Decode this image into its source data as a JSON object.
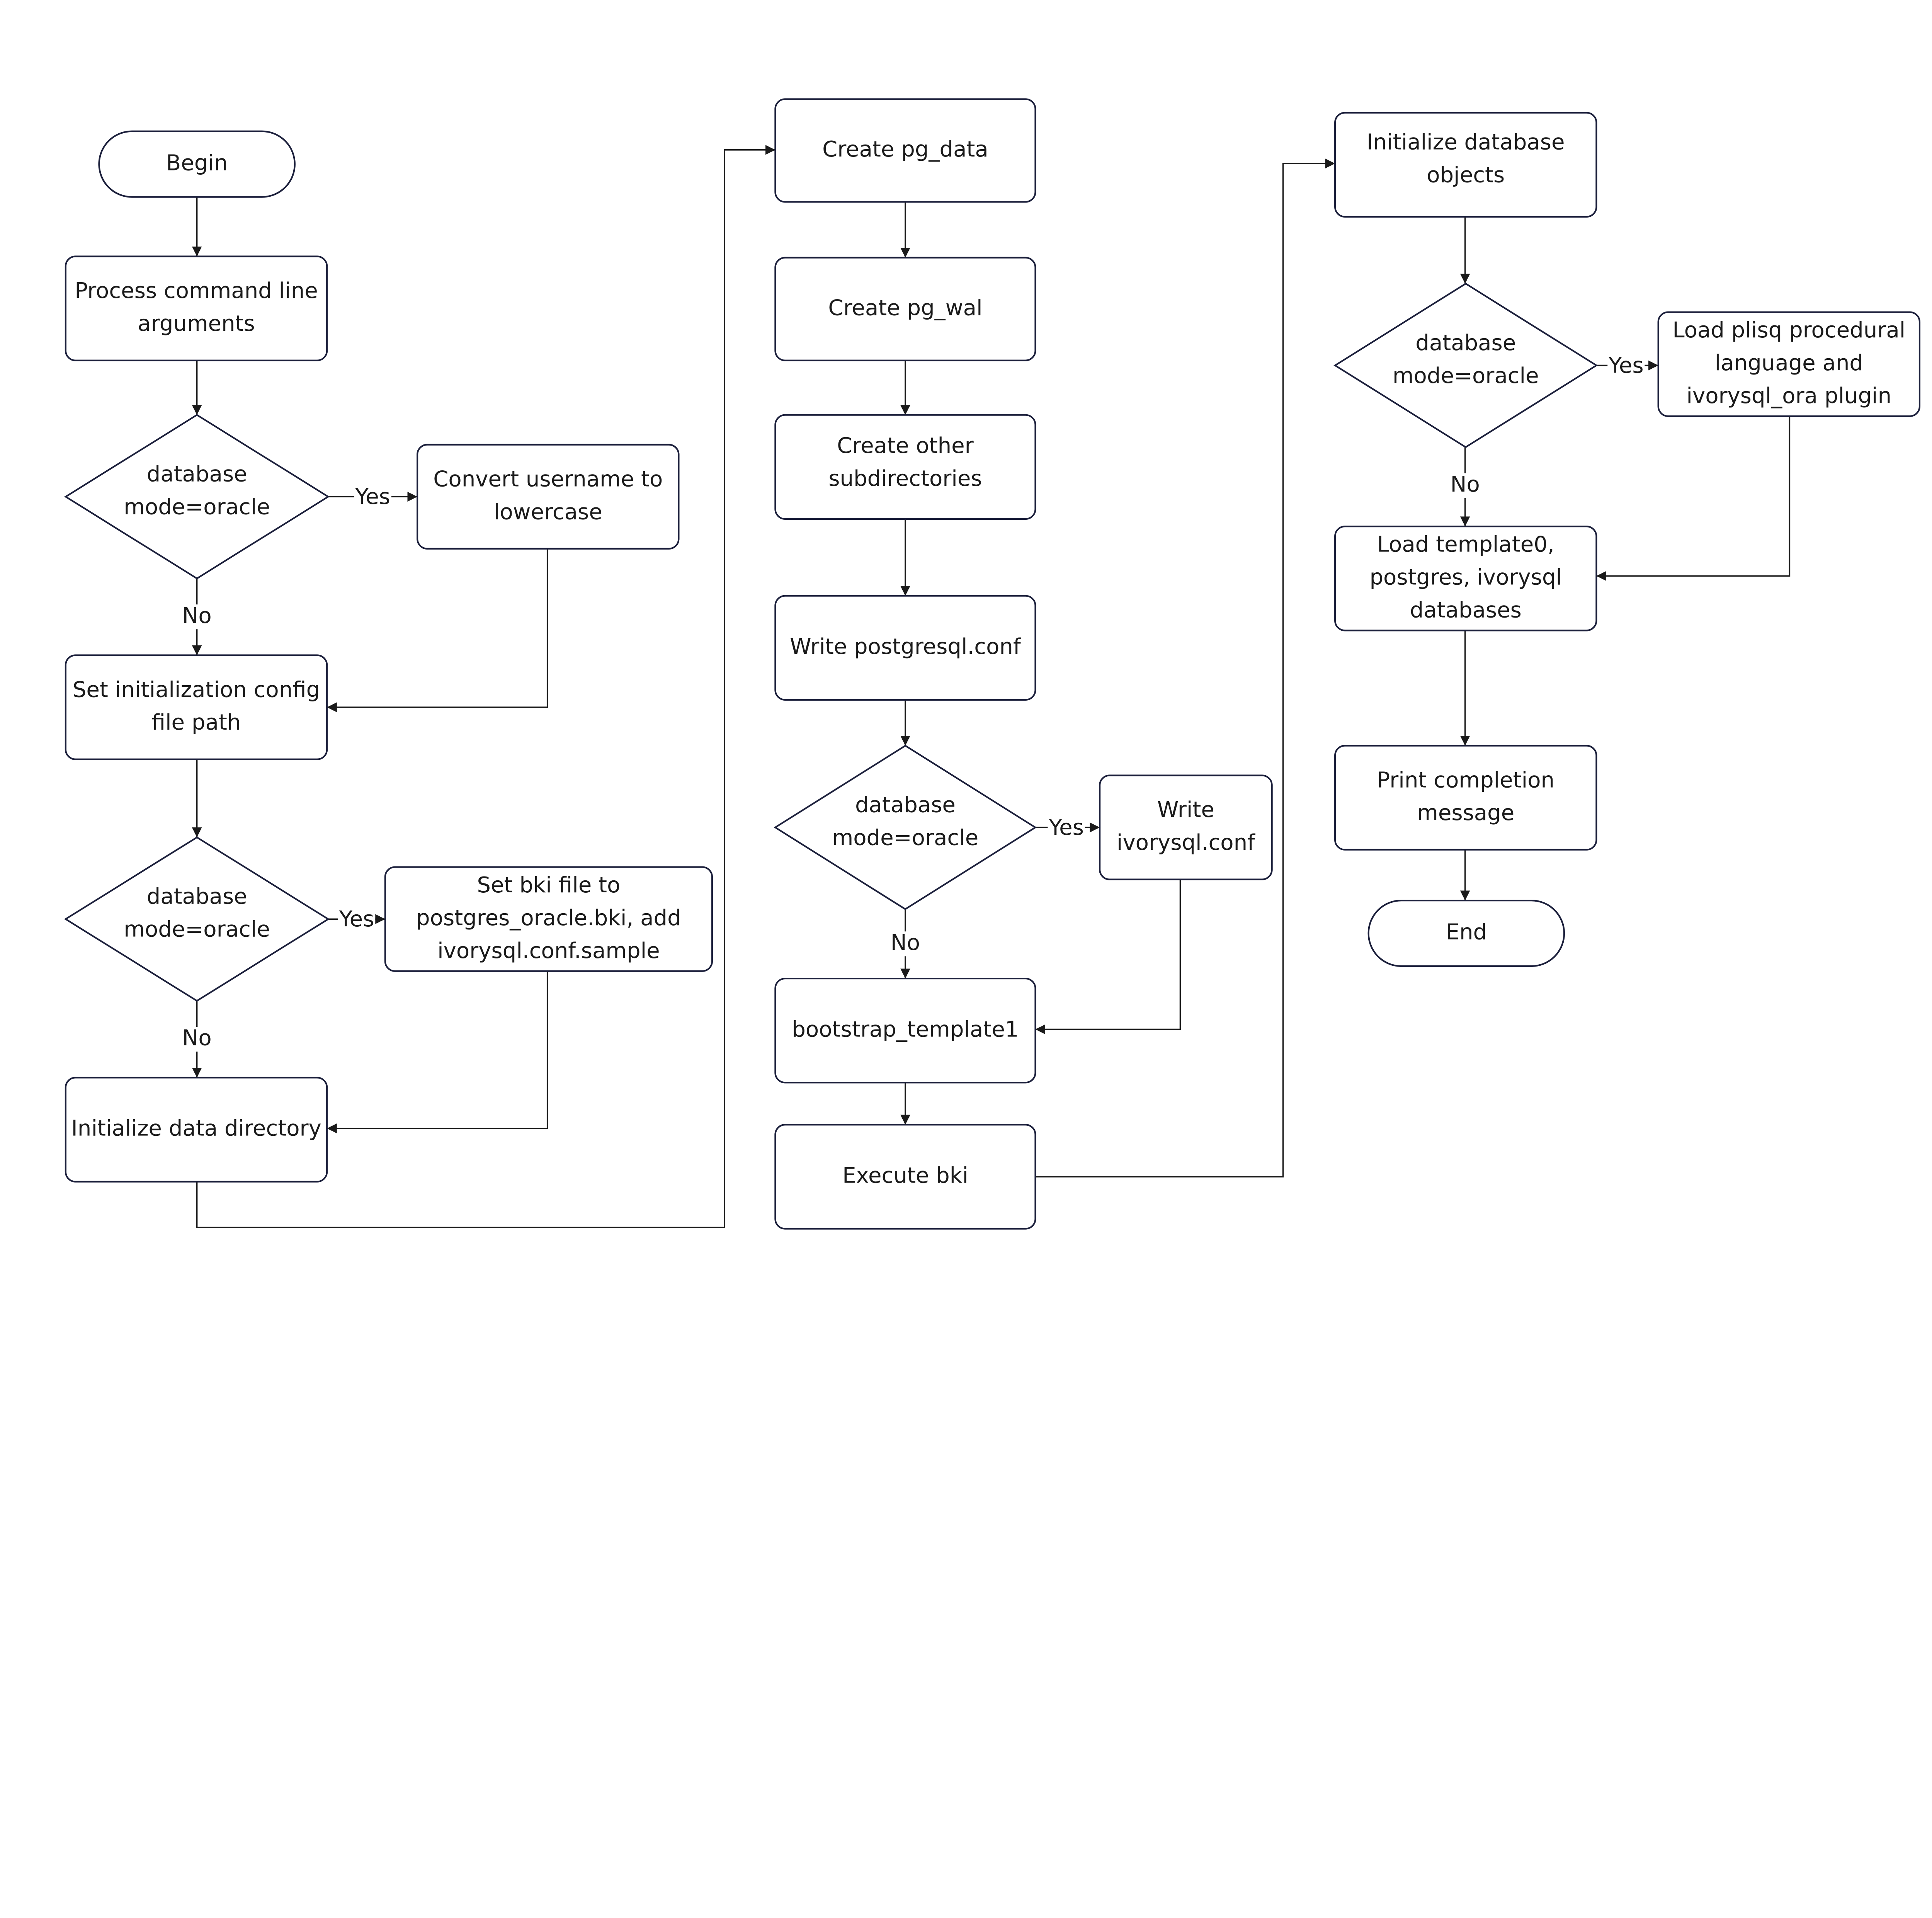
{
  "colors": {
    "stroke": "#1b1f3b",
    "text": "#1a1a1a",
    "background": "#ffffff"
  },
  "nodes": {
    "begin": {
      "shape": "terminator",
      "lines": [
        "Begin"
      ]
    },
    "process_args": {
      "shape": "process",
      "lines": [
        "Process command line",
        "arguments"
      ]
    },
    "decision1": {
      "shape": "decision",
      "lines": [
        "database",
        "mode=oracle"
      ]
    },
    "convert_username": {
      "shape": "process",
      "lines": [
        "Convert username to",
        "lowercase"
      ]
    },
    "set_config_path": {
      "shape": "process",
      "lines": [
        "Set initialization config",
        "file path"
      ]
    },
    "decision2": {
      "shape": "decision",
      "lines": [
        "database",
        "mode=oracle"
      ]
    },
    "set_bki": {
      "shape": "process",
      "lines": [
        "Set bki file to",
        "postgres_oracle.bki, add",
        "ivorysql.conf.sample"
      ]
    },
    "init_data_dir": {
      "shape": "process",
      "lines": [
        "Initialize data directory"
      ]
    },
    "create_pg_data": {
      "shape": "process",
      "lines": [
        "Create pg_data"
      ]
    },
    "create_pg_wal": {
      "shape": "process",
      "lines": [
        "Create pg_wal"
      ]
    },
    "create_subdirs": {
      "shape": "process",
      "lines": [
        "Create other",
        "subdirectories"
      ]
    },
    "write_postgresql_conf": {
      "shape": "process",
      "lines": [
        "Write postgresql.conf"
      ]
    },
    "decision3": {
      "shape": "decision",
      "lines": [
        "database",
        "mode=oracle"
      ]
    },
    "write_ivorysql_conf": {
      "shape": "process",
      "lines": [
        "Write",
        "ivorysql.conf"
      ]
    },
    "bootstrap_template1": {
      "shape": "process",
      "lines": [
        "bootstrap_template1"
      ]
    },
    "execute_bki": {
      "shape": "process",
      "lines": [
        "Execute bki"
      ]
    },
    "init_db_objects": {
      "shape": "process",
      "lines": [
        "Initialize database",
        "objects"
      ]
    },
    "decision4": {
      "shape": "decision",
      "lines": [
        "database",
        "mode=oracle"
      ]
    },
    "load_plisql": {
      "shape": "process",
      "lines": [
        "Load plisq procedural",
        "language and",
        "ivorysql_ora plugin"
      ]
    },
    "load_templates": {
      "shape": "process",
      "lines": [
        "Load template0,",
        "postgres, ivorysql",
        "databases"
      ]
    },
    "print_completion": {
      "shape": "process",
      "lines": [
        "Print completion",
        "message"
      ]
    },
    "end": {
      "shape": "terminator",
      "lines": [
        "End"
      ]
    }
  },
  "edges": [
    {
      "from": "begin",
      "to": "process_args",
      "label": ""
    },
    {
      "from": "process_args",
      "to": "decision1",
      "label": ""
    },
    {
      "from": "decision1",
      "to": "convert_username",
      "label": "Yes"
    },
    {
      "from": "decision1",
      "to": "set_config_path",
      "label": "No"
    },
    {
      "from": "convert_username",
      "to": "set_config_path",
      "label": ""
    },
    {
      "from": "set_config_path",
      "to": "decision2",
      "label": ""
    },
    {
      "from": "decision2",
      "to": "set_bki",
      "label": "Yes"
    },
    {
      "from": "decision2",
      "to": "init_data_dir",
      "label": "No"
    },
    {
      "from": "set_bki",
      "to": "init_data_dir",
      "label": ""
    },
    {
      "from": "init_data_dir",
      "to": "create_pg_data",
      "label": ""
    },
    {
      "from": "create_pg_data",
      "to": "create_pg_wal",
      "label": ""
    },
    {
      "from": "create_pg_wal",
      "to": "create_subdirs",
      "label": ""
    },
    {
      "from": "create_subdirs",
      "to": "write_postgresql_conf",
      "label": ""
    },
    {
      "from": "write_postgresql_conf",
      "to": "decision3",
      "label": ""
    },
    {
      "from": "decision3",
      "to": "write_ivorysql_conf",
      "label": "Yes"
    },
    {
      "from": "decision3",
      "to": "bootstrap_template1",
      "label": "No"
    },
    {
      "from": "write_ivorysql_conf",
      "to": "bootstrap_template1",
      "label": ""
    },
    {
      "from": "bootstrap_template1",
      "to": "execute_bki",
      "label": ""
    },
    {
      "from": "execute_bki",
      "to": "init_db_objects",
      "label": ""
    },
    {
      "from": "init_db_objects",
      "to": "decision4",
      "label": ""
    },
    {
      "from": "decision4",
      "to": "load_plisql",
      "label": "Yes"
    },
    {
      "from": "decision4",
      "to": "load_templates",
      "label": "No"
    },
    {
      "from": "load_plisql",
      "to": "load_templates",
      "label": ""
    },
    {
      "from": "load_templates",
      "to": "print_completion",
      "label": ""
    },
    {
      "from": "print_completion",
      "to": "end",
      "label": ""
    }
  ]
}
